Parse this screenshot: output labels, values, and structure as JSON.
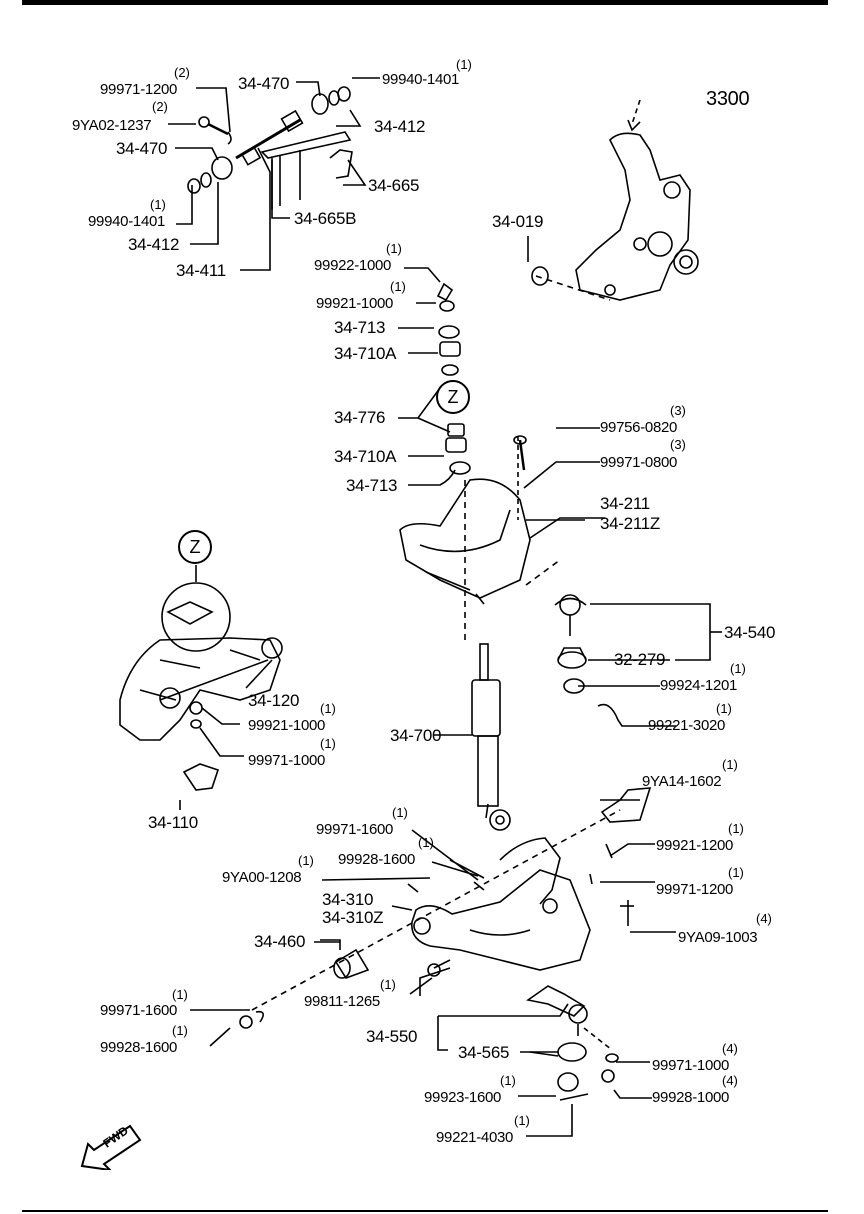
{
  "labels": {
    "l1": {
      "text": "99971-1200",
      "qty": "(2)"
    },
    "l2": {
      "text": "9YA02-1237",
      "qty": "(2)"
    },
    "l3": {
      "text": "34-470"
    },
    "l4": {
      "text": "99940-1401",
      "qty": "(1)"
    },
    "l5": {
      "text": "34-412"
    },
    "l6": {
      "text": "34-411"
    },
    "l7": {
      "text": "34-470"
    },
    "l8": {
      "text": "99940-1401",
      "qty": "(1)"
    },
    "l9": {
      "text": "34-412"
    },
    "l10": {
      "text": "34-665"
    },
    "l11": {
      "text": "34-665B"
    },
    "l12": {
      "text": "3300"
    },
    "l13": {
      "text": "34-019"
    },
    "l14": {
      "text": "99922-1000",
      "qty": "(1)"
    },
    "l15": {
      "text": "99921-1000",
      "qty": "(1)"
    },
    "l16": {
      "text": "34-713"
    },
    "l17": {
      "text": "34-710A"
    },
    "l18": {
      "text": "34-776"
    },
    "l19": {
      "text": "34-710A"
    },
    "l20": {
      "text": "34-713"
    },
    "l21": {
      "text": "99756-0820",
      "qty": "(3)"
    },
    "l22": {
      "text": "99971-0800",
      "qty": "(3)"
    },
    "l23": {
      "text": "34-211"
    },
    "l24": {
      "text": "34-211Z"
    },
    "l25": {
      "text": "34-540"
    },
    "l26": {
      "text": "32-279"
    },
    "l27": {
      "text": "99924-1201",
      "qty": "(1)"
    },
    "l28": {
      "text": "99221-3020",
      "qty": "(1)"
    },
    "l29": {
      "text": "34-120"
    },
    "l30": {
      "text": "99921-1000",
      "qty": "(1)"
    },
    "l31": {
      "text": "99971-1000",
      "qty": "(1)"
    },
    "l32": {
      "text": "34-110"
    },
    "l33": {
      "text": "34-700"
    },
    "l34": {
      "text": "9YA14-1602",
      "qty": "(1)"
    },
    "l35": {
      "text": "99971-1600",
      "qty": "(1)"
    },
    "l36": {
      "text": "99928-1600",
      "qty": "(1)"
    },
    "l37": {
      "text": "9YA00-1208",
      "qty": "(1)"
    },
    "l38": {
      "text": "99921-1200",
      "qty": "(1)"
    },
    "l39": {
      "text": "99971-1200",
      "qty": "(1)"
    },
    "l40": {
      "text": "34-310"
    },
    "l41": {
      "text": "34-310Z"
    },
    "l42": {
      "text": "34-460"
    },
    "l43": {
      "text": "9YA09-1003",
      "qty": "(4)"
    },
    "l44": {
      "text": "99971-1600",
      "qty": "(1)"
    },
    "l45": {
      "text": "99811-1265",
      "qty": "(1)"
    },
    "l46": {
      "text": "99928-1600",
      "qty": "(1)"
    },
    "l47": {
      "text": "34-550"
    },
    "l48": {
      "text": "34-565"
    },
    "l49": {
      "text": "99971-1000",
      "qty": "(4)"
    },
    "l50": {
      "text": "99923-1600",
      "qty": "(1)"
    },
    "l51": {
      "text": "99928-1000",
      "qty": "(4)"
    },
    "l52": {
      "text": "99221-4030",
      "qty": "(1)"
    }
  },
  "markers": {
    "z1": "Z",
    "z2": "Z"
  },
  "fwd": "FWD"
}
